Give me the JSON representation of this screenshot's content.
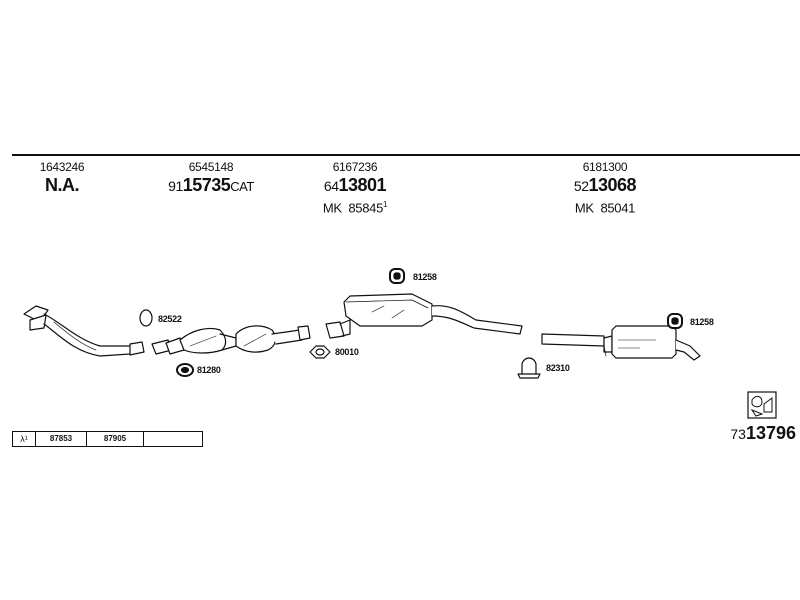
{
  "columns": [
    {
      "part_number": "1643246",
      "big_prefix": "",
      "big_number": "N.A.",
      "big_suffix": "",
      "mk_label": "",
      "mk_number": "",
      "mk_sup": ""
    },
    {
      "part_number": "6545148",
      "big_prefix": "91",
      "big_number": "15735",
      "big_suffix": "CAT",
      "mk_label": "",
      "mk_number": "",
      "mk_sup": ""
    },
    {
      "part_number": "6167236",
      "big_prefix": "64",
      "big_number": "13801",
      "big_suffix": "",
      "mk_label": "MK",
      "mk_number": "85845",
      "mk_sup": "1"
    },
    {
      "part_number": "6181300",
      "big_prefix": "52",
      "big_number": "13068",
      "big_suffix": "",
      "mk_label": "MK",
      "mk_number": "85041",
      "mk_sup": ""
    }
  ],
  "part_labels": {
    "gasket_82522": "82522",
    "ring_81280": "81280",
    "gasket_80010": "80010",
    "hanger_81258_mid": "81258",
    "clamp_82310": "82310",
    "hanger_81258_rear": "81258"
  },
  "lambda_table": {
    "symbol": "λ¹",
    "cells": [
      "87853",
      "87905",
      ""
    ]
  },
  "kit_number": {
    "prefix": "73",
    "number": "13796"
  },
  "icons": [
    "clamp-kit-icon"
  ]
}
